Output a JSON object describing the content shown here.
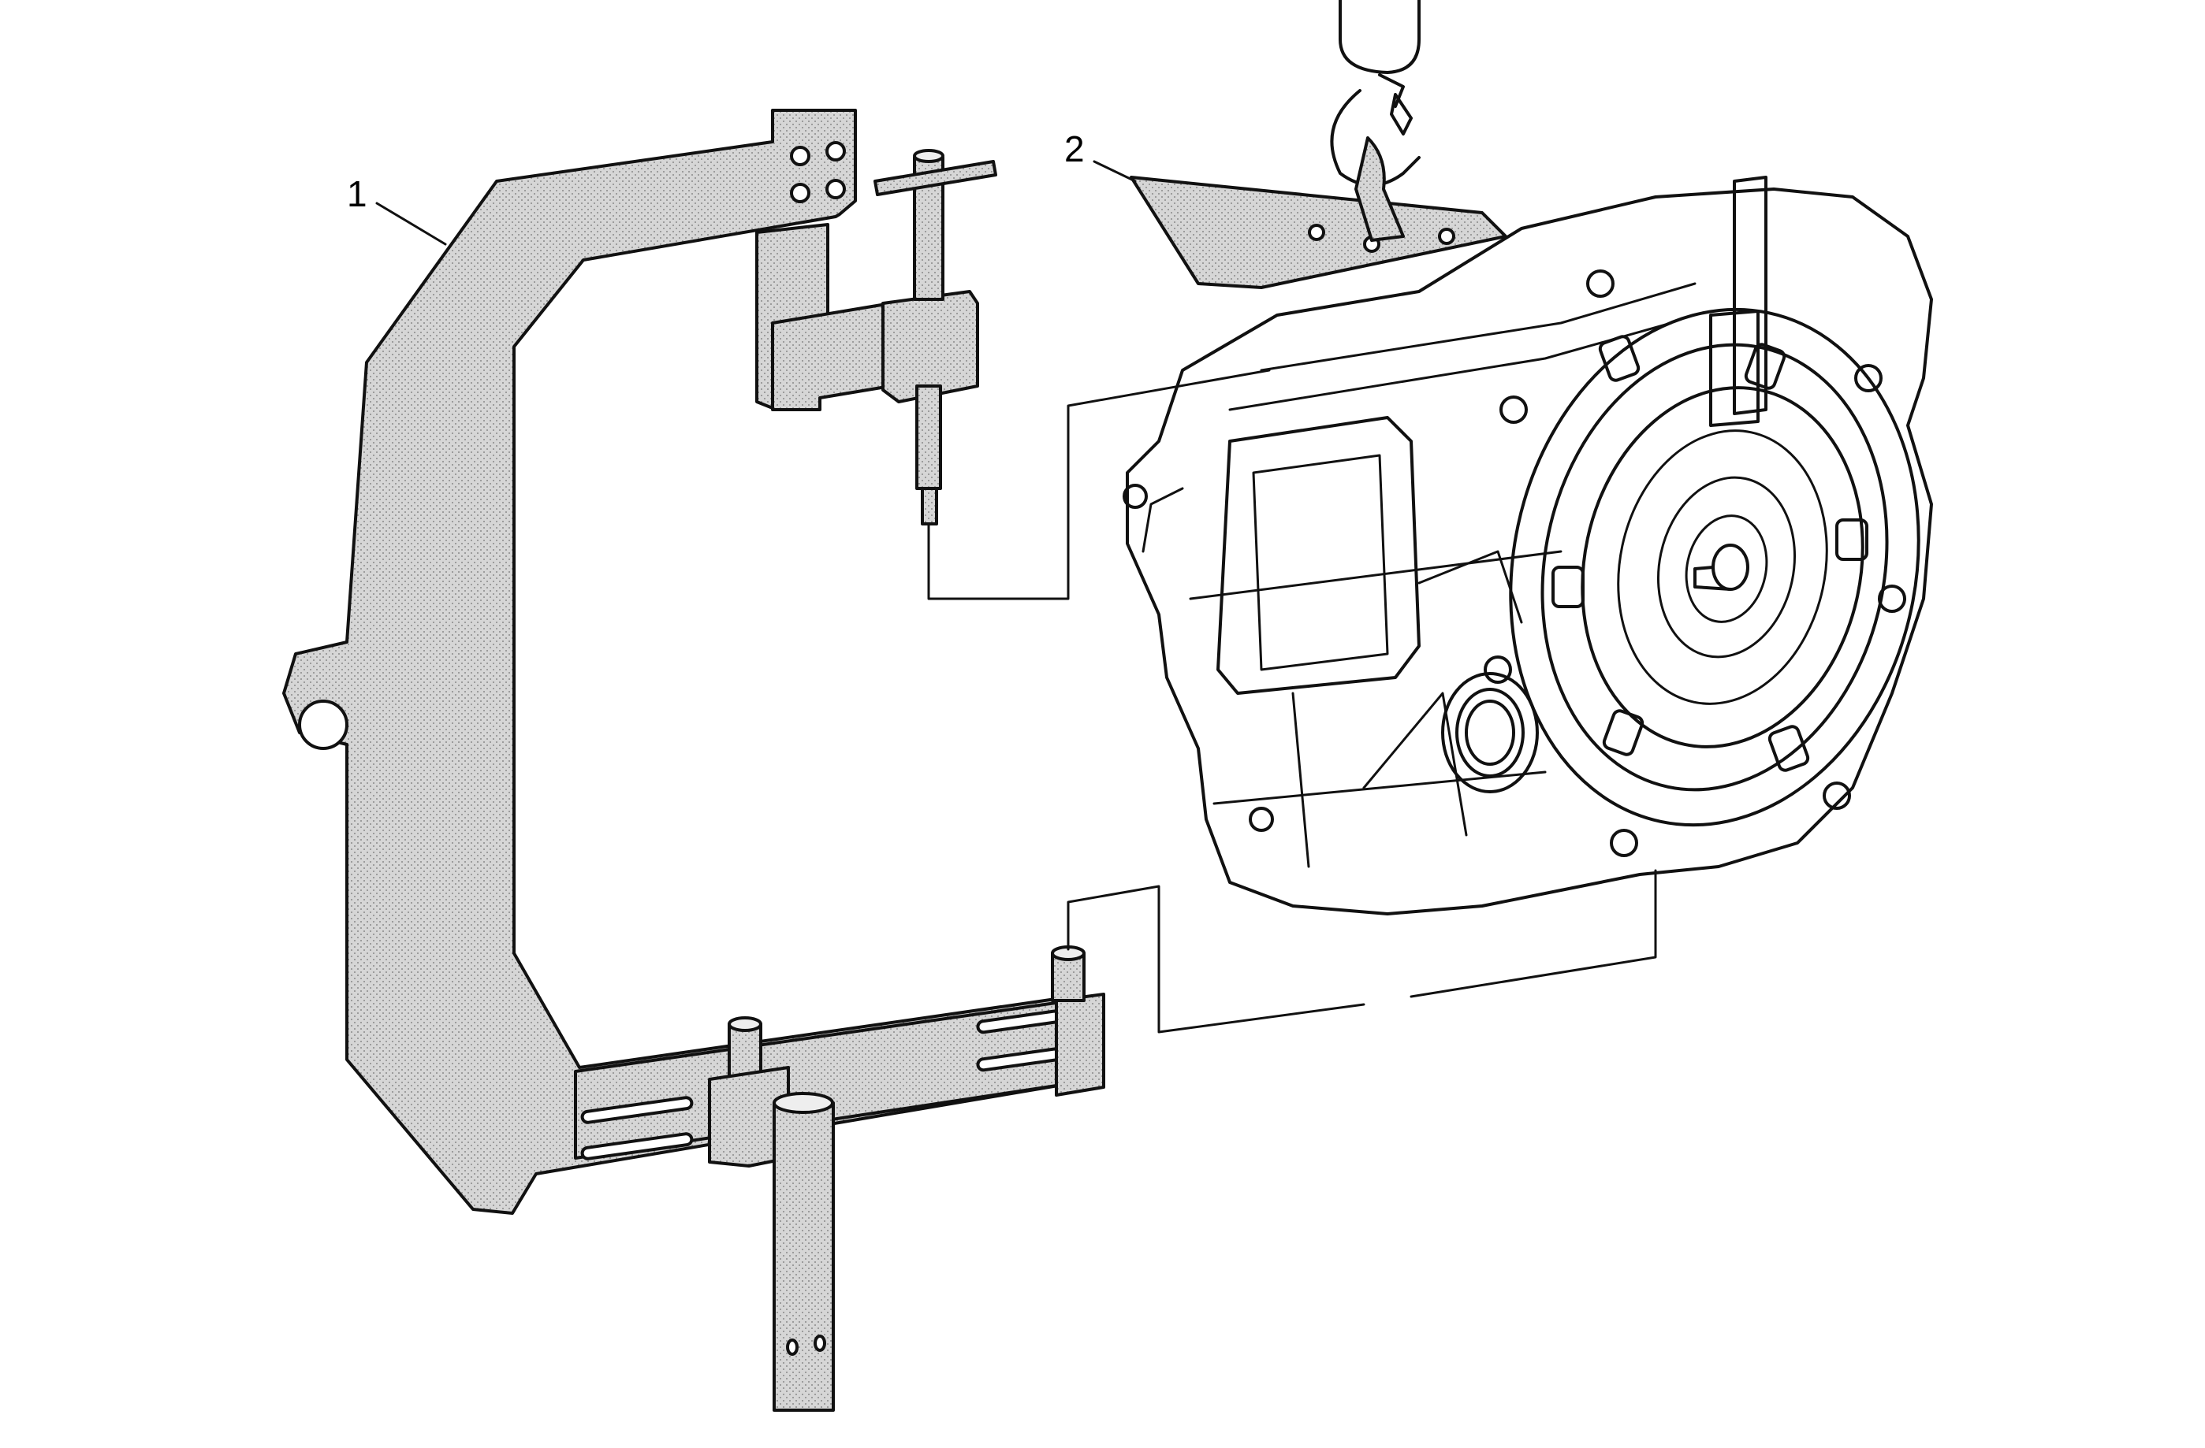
{
  "callouts": [
    {
      "id": "1",
      "label": "1"
    },
    {
      "id": "2",
      "label": "2"
    }
  ],
  "colors": {
    "ink": "#111111",
    "fixture_fill": "#d8d8d8",
    "background": "#ffffff"
  },
  "icons": [
    "lifting-hook-icon"
  ]
}
